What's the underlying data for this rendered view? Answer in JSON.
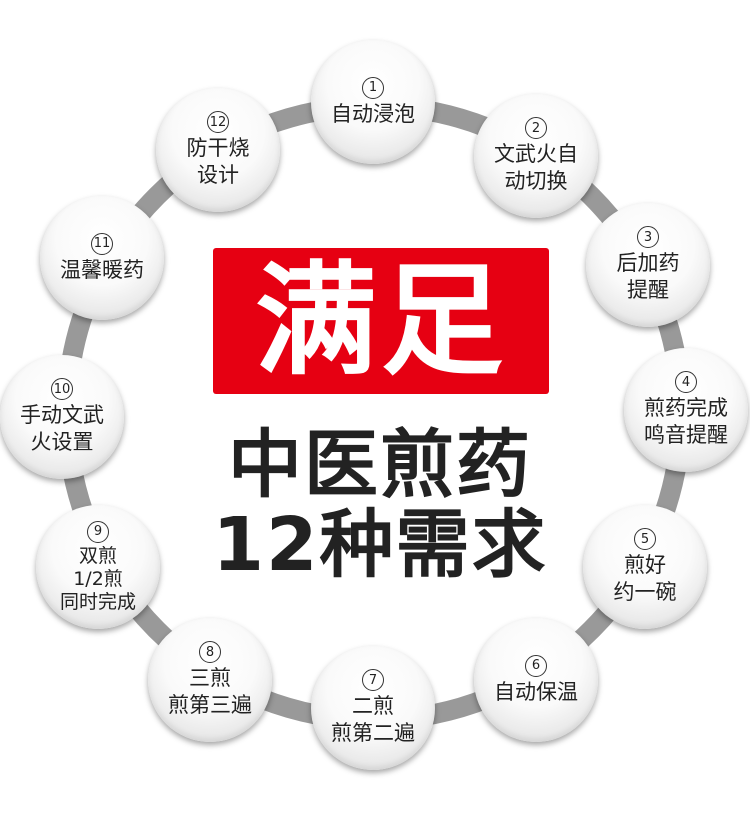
{
  "badge": {
    "text": "满足",
    "color": "#e60012"
  },
  "headline": {
    "line1": "中医煎药",
    "line2": "12种需求"
  },
  "ring_color": "#999999",
  "features": [
    {
      "num": "①",
      "lines": [
        "自动浸泡"
      ]
    },
    {
      "num": "②",
      "lines": [
        "文武火自",
        "动切换"
      ]
    },
    {
      "num": "③",
      "lines": [
        "后加药",
        "提醒"
      ]
    },
    {
      "num": "④",
      "lines": [
        "煎药完成",
        "鸣音提醒"
      ]
    },
    {
      "num": "⑤",
      "lines": [
        "煎好",
        "约一碗"
      ]
    },
    {
      "num": "⑥",
      "lines": [
        "自动保温"
      ]
    },
    {
      "num": "⑦",
      "lines": [
        "二煎",
        "煎第二遍"
      ]
    },
    {
      "num": "⑧",
      "lines": [
        "三煎",
        "煎第三遍"
      ]
    },
    {
      "num": "⑨",
      "lines": [
        "双煎",
        "1/2煎",
        "同时完成"
      ]
    },
    {
      "num": "⑩",
      "lines": [
        "手动文武",
        "火设置"
      ]
    },
    {
      "num": "⑪",
      "lines": [
        "温馨暖药"
      ]
    },
    {
      "num": "⑫",
      "lines": [
        "防干烧",
        "设计"
      ]
    }
  ]
}
